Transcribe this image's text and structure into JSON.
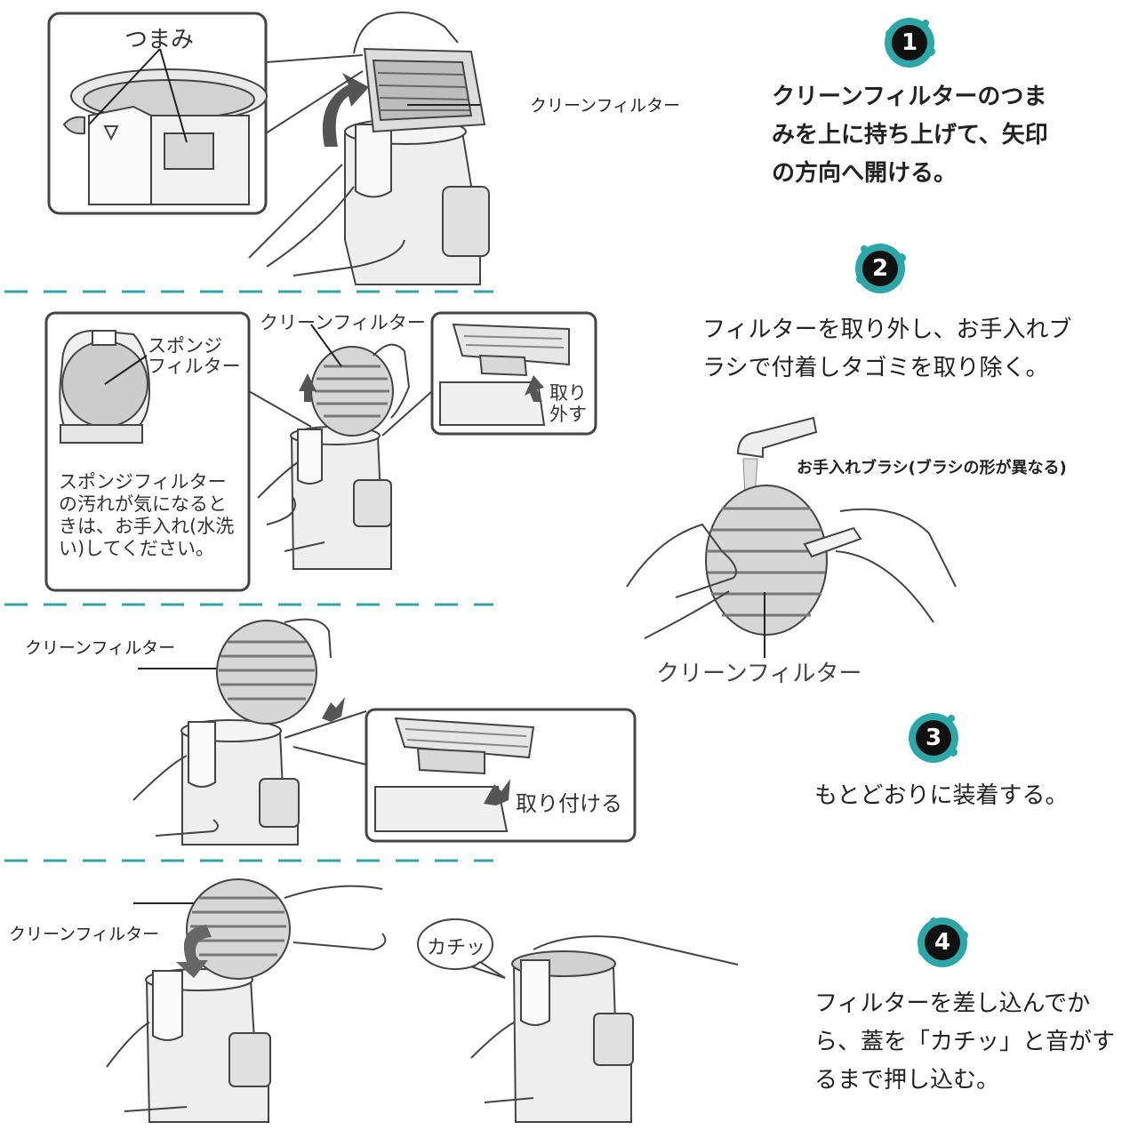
{
  "colors": {
    "accent": "#2aa8a8",
    "badge": "#111111",
    "line": "#333333",
    "frame": "#444444",
    "fill_gray": "#e4e4e4"
  },
  "panel1": {
    "inset_label": "つまみ",
    "filter_label": "クリーンフィルター"
  },
  "panel2": {
    "sponge_label": "スポンジ\nフィルター",
    "sponge_note": "スポンジフィルター\nの汚れが気になると\nきは、お手入れ(水洗\nい)してください。",
    "filter_label": "クリーンフィルター",
    "remove_label": "取り\n外す"
  },
  "panel3": {
    "filter_label": "クリーンフィルター",
    "attach_label": "取り付ける"
  },
  "panel4": {
    "filter_label": "クリーンフィルター",
    "click_bubble": "カチッ"
  },
  "brush": {
    "brush_label": "お手入れブラシ(ブラシの形が異なる)",
    "filter_label": "クリーンフィルター"
  },
  "steps": [
    {
      "number": "1",
      "icon": "circled-number-1-icon",
      "text": "クリーンフィルターのつま\nみを上に持ち上げて、矢印\nの方向へ開ける。"
    },
    {
      "number": "2",
      "icon": "circled-number-2-icon",
      "text": "フィルターを取り外し、お手入れブ\nラシで付着しタゴミを取り除く。"
    },
    {
      "number": "3",
      "icon": "circled-number-3-icon",
      "text": "もとどおりに装着する。"
    },
    {
      "number": "4",
      "icon": "circled-number-4-icon",
      "text": "フィルターを差し込んでか\nら、蓋を「カチッ」と音がす\nるまで押し込む。"
    }
  ]
}
